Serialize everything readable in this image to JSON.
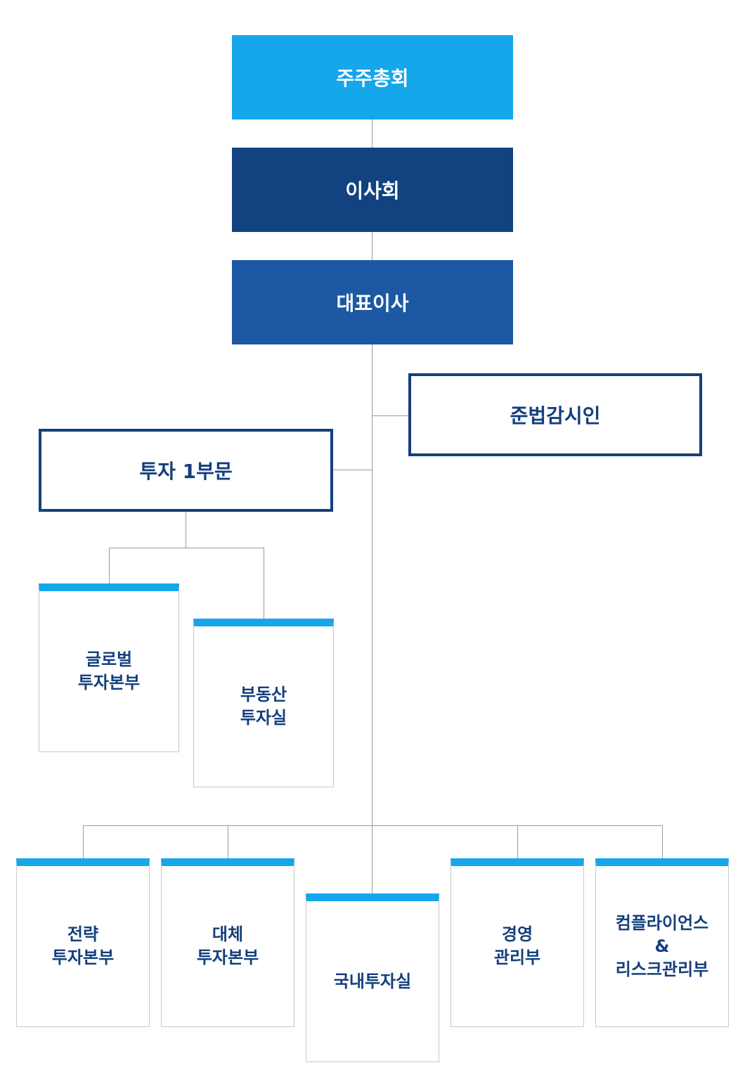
{
  "org_chart": {
    "top": [
      {
        "label": "주주총회",
        "color": "#15a6ec"
      },
      {
        "label": "이사회",
        "color": "#12427f"
      },
      {
        "label": "대표이사",
        "color": "#1c58a4"
      }
    ],
    "compliance": {
      "label": "준법감시인"
    },
    "division1": {
      "label": "투자 1부문"
    },
    "division1_units": [
      {
        "lines": [
          "글로벌",
          "투자본부"
        ]
      },
      {
        "lines": [
          "부동산",
          "투자실"
        ]
      }
    ],
    "bottom_units": [
      {
        "lines": [
          "전략",
          "투자본부"
        ]
      },
      {
        "lines": [
          "대체",
          "투자본부"
        ]
      },
      {
        "lines": [
          "국내투자실"
        ]
      },
      {
        "lines": [
          "경영",
          "관리부"
        ]
      },
      {
        "lines": [
          "컴플라이언스",
          "&",
          "리스크관리부"
        ]
      }
    ],
    "colors": {
      "accent": "#15a6ec",
      "navy": "#143f7d",
      "connector": "#9a9a9a"
    }
  }
}
